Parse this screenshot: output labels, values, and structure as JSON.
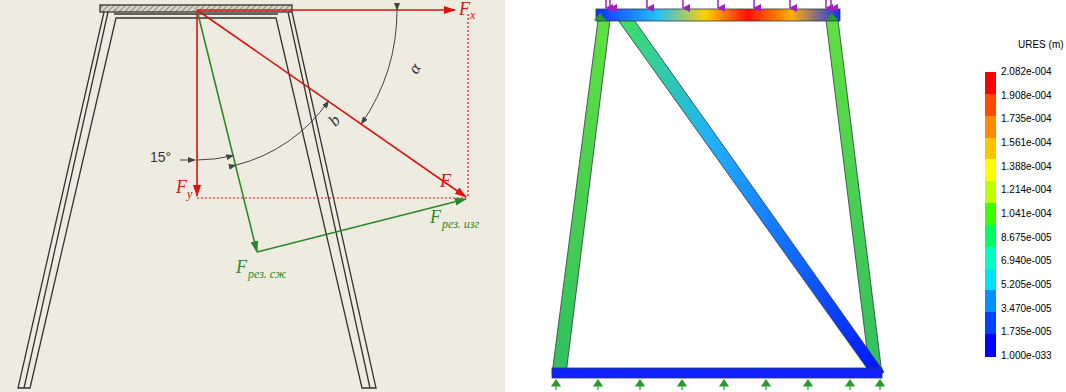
{
  "diagram": {
    "labels": [
      "F",
      "x",
      "α",
      "b",
      "15°",
      "F",
      "F",
      "y",
      "F",
      "рез. изг",
      "F",
      "рез. сж",
      "URES (m)"
    ],
    "legend": [
      {
        "text": "2.082e-004",
        "color": "#ff0000"
      },
      {
        "text": "1.908e-004",
        "color": "#ff4a00"
      },
      {
        "text": "1.735e-004",
        "color": "#ff8c00"
      },
      {
        "text": "1.561e-004",
        "color": "#ffc400"
      },
      {
        "text": "1.388e-004",
        "color": "#ffff00"
      },
      {
        "text": "1.214e-004",
        "color": "#bfff00"
      },
      {
        "text": "1.041e-004",
        "color": "#40ff00"
      },
      {
        "text": "8.675e-005",
        "color": "#00ff60"
      },
      {
        "text": "6.940e-005",
        "color": "#00ffc0"
      },
      {
        "text": "5.205e-005",
        "color": "#00e0ff"
      },
      {
        "text": "3.470e-005",
        "color": "#0090ff"
      },
      {
        "text": "1.735e-005",
        "color": "#0040ff"
      },
      {
        "text": "1.000e-033",
        "color": "#0000ff"
      }
    ]
  }
}
